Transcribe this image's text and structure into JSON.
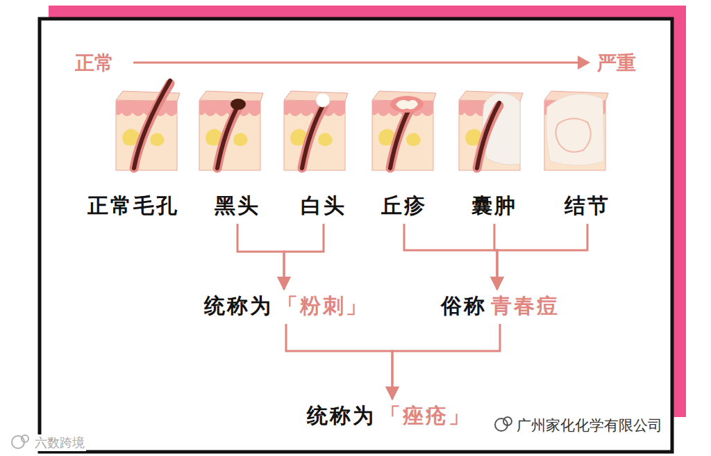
{
  "diagram": {
    "nodes": [
      {
        "text": [
          "正常毛孔"
        ]
      },
      {
        "text": [
          "黑头"
        ]
      },
      {
        "text": [
          "白头"
        ]
      },
      {
        "text": [
          "丘疹"
        ]
      },
      {
        "text": [
          "囊肿"
        ]
      },
      {
        "text": [
          "结节"
        ]
      },
      {
        "text": [
          "统称为",
          "「粉刺」"
        ]
      },
      {
        "text": [
          "俗称",
          "青春痘"
        ]
      },
      {
        "text": [
          "统称为",
          "「痤疮」"
        ]
      }
    ],
    "edges": [
      {
        "from": 1,
        "to": 6,
        "arrow": "to"
      },
      {
        "from": 2,
        "to": 6,
        "arrow": "to"
      },
      {
        "from": 3,
        "to": 7,
        "arrow": "to"
      },
      {
        "from": 4,
        "to": 7,
        "arrow": "to"
      },
      {
        "from": 5,
        "to": 7,
        "arrow": "to"
      },
      {
        "from": 6,
        "to": 8,
        "arrow": "to"
      },
      {
        "from": 7,
        "to": 8,
        "arrow": "to"
      }
    ],
    "labels": [
      "正常",
      "严重",
      "六数跨境",
      "广州家化化学有限公司"
    ]
  }
}
